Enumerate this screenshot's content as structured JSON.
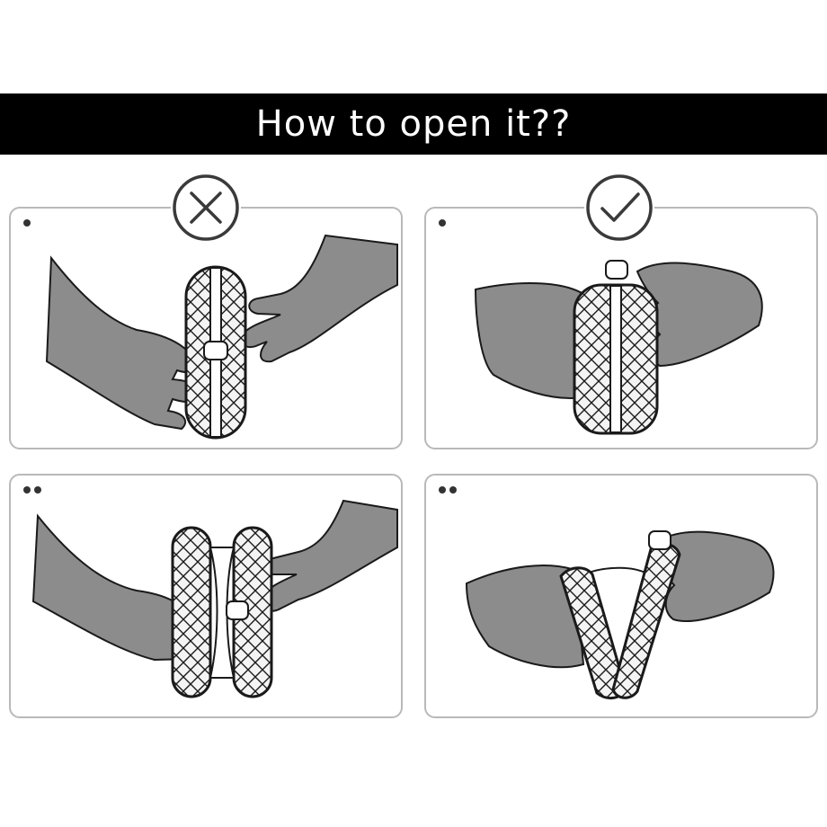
{
  "title": "How to open it??",
  "panels": [
    {
      "id": "wrong-open-step",
      "marker": "x",
      "step": 1,
      "verdict": "wrong"
    },
    {
      "id": "correct-open-step",
      "marker": "check",
      "step": 1,
      "verdict": "correct"
    },
    {
      "id": "wrong-open-step-2",
      "marker": "none",
      "step": 2,
      "verdict": "wrong"
    },
    {
      "id": "correct-open-step-2",
      "marker": "none",
      "step": 2,
      "verdict": "correct"
    }
  ],
  "colors": {
    "banner": "#000000",
    "hand": "#8c8c8c",
    "outline": "#1a1a1a",
    "panel_border": "#b9b9b9"
  }
}
